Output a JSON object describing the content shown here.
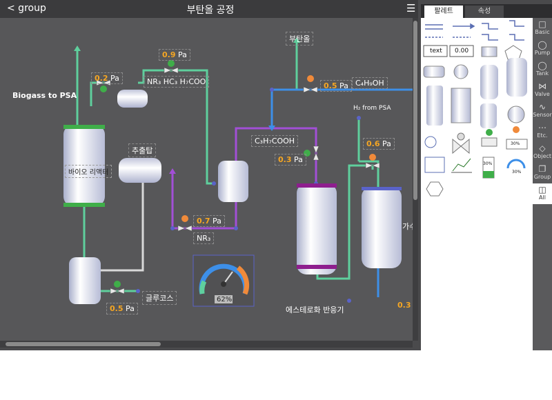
{
  "topbar": {
    "back": "< group",
    "title": "부탄올 공정",
    "menu_icon": "hamburger-menu-icon"
  },
  "tabs": {
    "palette": "팔레트",
    "properties": "속성"
  },
  "sidebar": [
    {
      "label": "Basic",
      "icon": "square-icon"
    },
    {
      "label": "Pump",
      "icon": "pump-icon"
    },
    {
      "label": "Tank",
      "icon": "tank-icon"
    },
    {
      "label": "Valve",
      "icon": "valve-icon"
    },
    {
      "label": "Sensor",
      "icon": "sensor-icon"
    },
    {
      "label": "Etc.",
      "icon": "dots-icon"
    },
    {
      "label": "Object",
      "icon": "object-icon"
    },
    {
      "label": "Group",
      "icon": "group-icon"
    },
    {
      "label": "All",
      "icon": "all-icon"
    }
  ],
  "palette": {
    "text_item": "text",
    "number_item": "0.00",
    "level_a": "30%",
    "level_b": "30%",
    "gauge_item": "30%"
  },
  "diagram": {
    "biogas": "Biogass to PSA",
    "reactor": "바이오 리액터",
    "extractor": "추출탑",
    "glucose": "글루코스",
    "butanol": "부탄올",
    "ester": "에스테로화 반응기",
    "h2_from_psa": "H₂ from PSA",
    "nr3_hc3": "NR₃ HC₃ H₇COO",
    "c3h7cooh": "C₃H₇COOH",
    "c4h9oh": "C₄H₉OH",
    "nr3": "NR₃",
    "right_partial": "가수",
    "unit": "Pa",
    "p1": "0.2",
    "p2": "0.9",
    "p3": "0.5",
    "p4": "0.3",
    "p5": "0.7",
    "p6": "0.6",
    "p7": "0.5",
    "p8": "0.3",
    "gauge": "62%"
  },
  "colors": {
    "green_pipe": "#5fcf9d",
    "purple_pipe": "#a24fd6",
    "blue_pipe": "#3d8fe8",
    "white_pipe": "#d9d9d9",
    "accent_orange": "#f5a623"
  }
}
